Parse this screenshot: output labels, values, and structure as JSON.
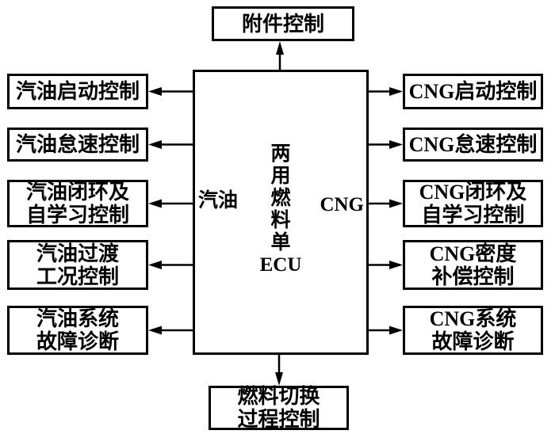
{
  "diagram": {
    "title_semantic": "dual-fuel single ECU control block diagram",
    "colors": {
      "line": "#000000",
      "background": "#ffffff"
    },
    "top_box": {
      "label": "附件控制"
    },
    "bottom_box": {
      "label": "燃料切换\n过程控制"
    },
    "center_box": {
      "label": "两\n用\n燃\n料\n单\nECU",
      "left_port_label": "汽油",
      "right_port_label": "CNG"
    },
    "left_boxes": [
      {
        "label": "汽油启动控制"
      },
      {
        "label": "汽油怠速控制"
      },
      {
        "label": "汽油闭环及\n自学习控制"
      },
      {
        "label": "汽油过渡\n工况控制"
      },
      {
        "label": "汽油系统\n故障诊断"
      }
    ],
    "right_boxes": [
      {
        "label": "CNG启动控制"
      },
      {
        "label": "CNG怠速控制"
      },
      {
        "label": "CNG闭环及\n自学习控制"
      },
      {
        "label": "CNG密度\n补偿控制"
      },
      {
        "label": "CNG系统\n故障诊断"
      }
    ]
  }
}
